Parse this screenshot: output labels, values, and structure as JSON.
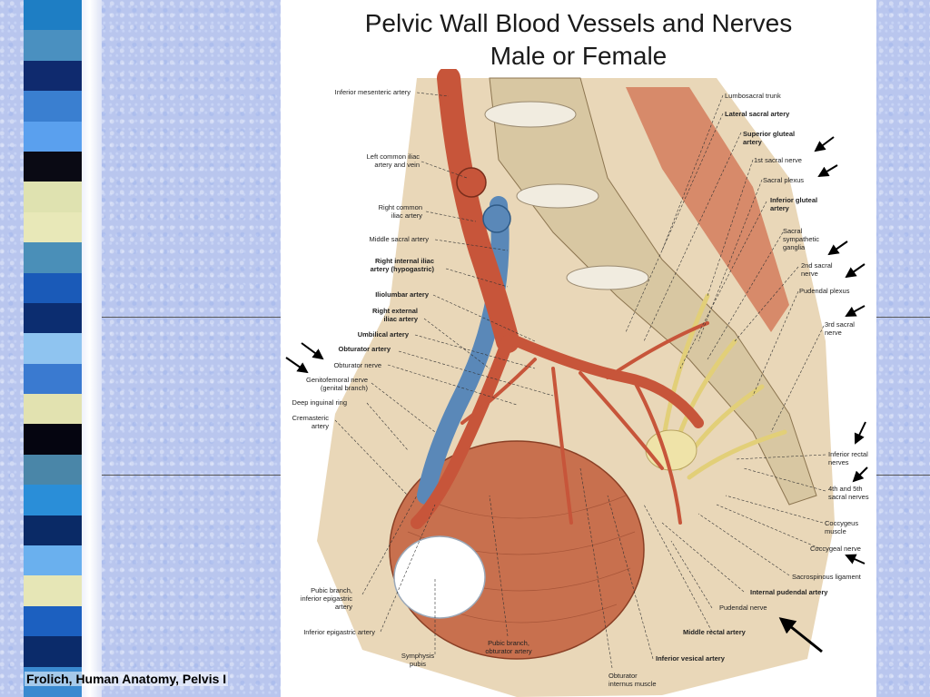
{
  "slide": {
    "title_line1": "Pelvic Wall Blood Vessels and Nerves",
    "title_line2": "Male or Female",
    "footer": "Frolich, Human Anatomy, Pelvis I"
  },
  "colors": {
    "background": "#b9c6ee",
    "panel": "#ffffff",
    "artery": "#c7553a",
    "vein": "#5a88b8",
    "nerve": "#e8d98a",
    "muscle": "#c8704e",
    "bone": "#e8dcc0"
  },
  "stripes": [
    {
      "color": "#1e7ec4"
    },
    {
      "color": "#4a90c0"
    },
    {
      "color": "#0f2a6e"
    },
    {
      "color": "#3a7fd0"
    },
    {
      "color": "#5aa0ee"
    },
    {
      "color": "#0a0a14"
    },
    {
      "color": "#dfe2b0"
    },
    {
      "color": "#e8e8b8"
    },
    {
      "color": "#4a8fb8"
    },
    {
      "color": "#1a5ab8"
    },
    {
      "color": "#0c2d70"
    },
    {
      "color": "#8fc4f0"
    },
    {
      "color": "#3a7ad0"
    },
    {
      "color": "#e2e2b0"
    },
    {
      "color": "#050510"
    },
    {
      "color": "#4a86a8"
    },
    {
      "color": "#2a8ed8"
    },
    {
      "color": "#0a2a66"
    },
    {
      "color": "#6ab0ee"
    },
    {
      "color": "#e6e6b6"
    },
    {
      "color": "#1c60c0"
    },
    {
      "color": "#0b2b6a"
    },
    {
      "color": "#3a8ad0"
    }
  ],
  "labels_left": [
    {
      "text": "Inferior mesenteric artery"
    },
    {
      "text": "Left common iliac\nartery and vein"
    },
    {
      "text": "Right common\niliac artery"
    },
    {
      "text": "Middle sacral artery"
    },
    {
      "text": "Right internal iliac\nartery (hypogastric)"
    },
    {
      "text": "Iliolumbar artery"
    },
    {
      "text": "Right external\niliac artery"
    },
    {
      "text": "Umbilical artery"
    },
    {
      "text": "Obturator artery"
    },
    {
      "text": "Obturator nerve"
    },
    {
      "text": "Genitofemoral nerve\n(genital branch)"
    },
    {
      "text": "Deep inguinal ring"
    },
    {
      "text": "Cremasteric\nartery"
    },
    {
      "text": "Pubic branch,\ninferior epigastric\nartery"
    },
    {
      "text": "Inferior epigastric artery"
    }
  ],
  "labels_bottom": [
    {
      "text": "Symphysis\npubis"
    },
    {
      "text": "Pubic branch,\nobturator artery"
    },
    {
      "text": "Obturator\ninternus muscle"
    }
  ],
  "labels_right": [
    {
      "text": "Lumbosacral trunk"
    },
    {
      "text": "Lateral sacral artery"
    },
    {
      "text": "Superior gluteal\nartery"
    },
    {
      "text": "1st sacral nerve"
    },
    {
      "text": "Sacral plexus"
    },
    {
      "text": "Inferior gluteal\nartery"
    },
    {
      "text": "Sacral\nsympathetic\nganglia"
    },
    {
      "text": "2nd sacral\nnerve"
    },
    {
      "text": "Pudendal plexus"
    },
    {
      "text": "3rd sacral\nnerve"
    },
    {
      "text": "Inferior rectal\nnerves"
    },
    {
      "text": "4th and 5th\nsacral nerves"
    },
    {
      "text": "Coccygeus\nmuscle"
    },
    {
      "text": "Coccygeal nerve"
    },
    {
      "text": "Sacrospinous ligament"
    },
    {
      "text": "Internal pudendal artery"
    },
    {
      "text": "Pudendal nerve"
    },
    {
      "text": "Middle rectal artery"
    },
    {
      "text": "Inferior vesical artery"
    }
  ]
}
